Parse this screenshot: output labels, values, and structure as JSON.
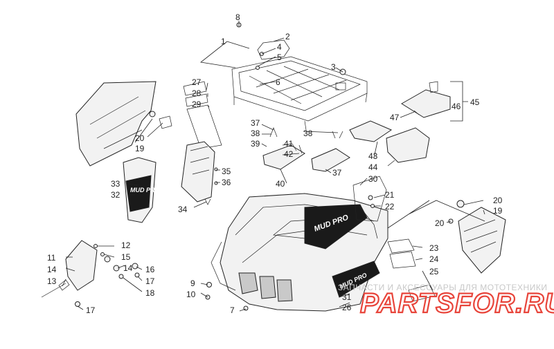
{
  "diagram": {
    "callouts": [
      "1",
      "2",
      "3",
      "4",
      "5",
      "6",
      "7",
      "8",
      "9",
      "10",
      "11",
      "12",
      "13",
      "14",
      "15",
      "16",
      "17",
      "18",
      "19",
      "20",
      "21",
      "22",
      "23",
      "24",
      "25",
      "26",
      "27",
      "28",
      "29",
      "30",
      "31",
      "32",
      "33",
      "34",
      "35",
      "36",
      "37",
      "38",
      "39",
      "40",
      "41",
      "42",
      "43",
      "44",
      "45",
      "46",
      "47"
    ],
    "decals": {
      "mudpro_hood": "MUD PRO",
      "mudpro_side": "MUD PRO",
      "mudpro_panel": "MUD PRO"
    }
  },
  "watermark": {
    "subtitle": "ЗАПЧАСТИ И АКСЕССУАРЫ ДЛЯ МОТОТЕХНИКИ",
    "brand": "PARTSFOR.RU"
  }
}
